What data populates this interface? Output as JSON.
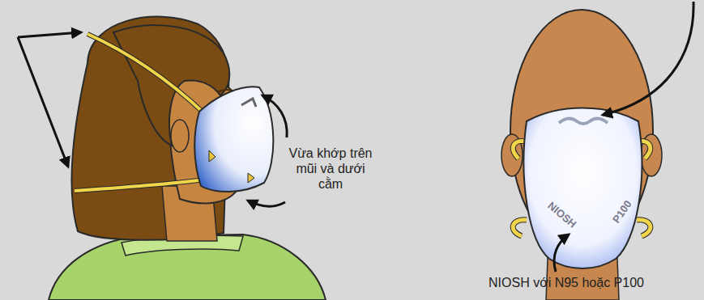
{
  "diagram": {
    "labels": [
      "Vừa khớp trên mũi và dưới cằm",
      "NIOSH với N95 hoặc P100",
      "NIOSH",
      "P100"
    ]
  }
}
